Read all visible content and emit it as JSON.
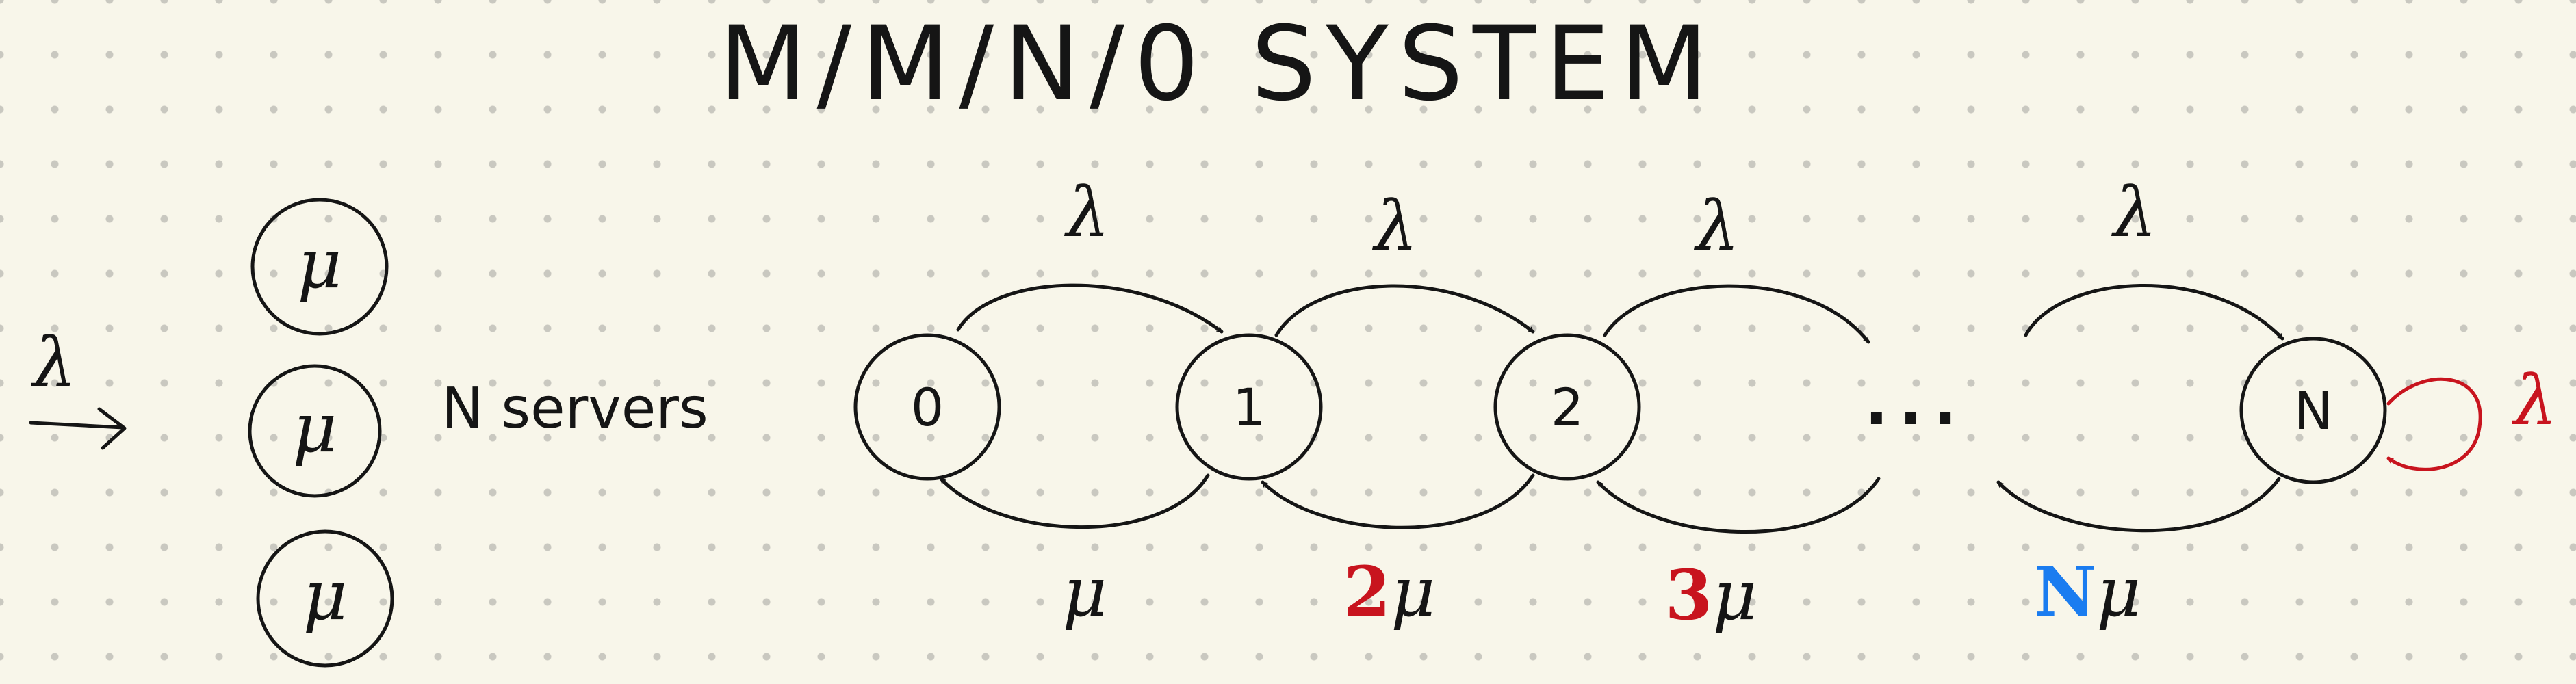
{
  "title": "M/M/N/0 SYSTEM",
  "arrival": {
    "symbol": "λ"
  },
  "servers": [
    {
      "label": "μ"
    },
    {
      "label": "μ"
    },
    {
      "label": "μ"
    }
  ],
  "servers_note": "N servers",
  "states": [
    {
      "label": "0"
    },
    {
      "label": "1"
    },
    {
      "label": "2"
    },
    {
      "label": "N"
    }
  ],
  "ellipsis": "...",
  "forward_rates": [
    {
      "label": "λ"
    },
    {
      "label": "λ"
    },
    {
      "label": "λ"
    },
    {
      "label": "λ"
    }
  ],
  "backward_rates": [
    {
      "coef": "",
      "symbol": "μ"
    },
    {
      "coef": "2",
      "symbol": "μ"
    },
    {
      "coef": "3",
      "symbol": "μ"
    },
    {
      "coef": "N",
      "symbol": "μ"
    }
  ],
  "self_loop": {
    "label": "λ"
  },
  "colors": {
    "ink": "#151515",
    "highlight_red": "#c8141e",
    "highlight_blue": "#1a7cf0",
    "background": "#f8f6ea"
  }
}
